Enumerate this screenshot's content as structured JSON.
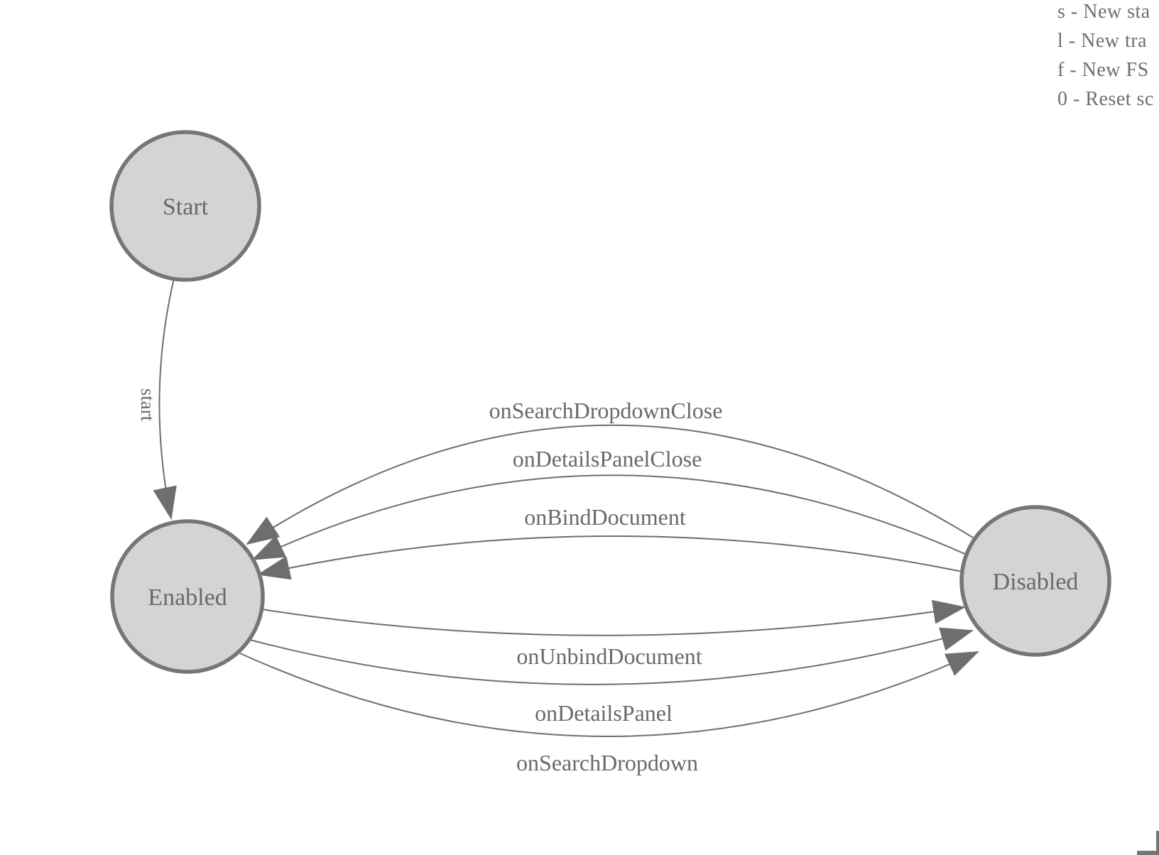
{
  "legend": {
    "items": [
      "s - New sta",
      "l - New tra",
      "f - New FS",
      "0 - Reset sc"
    ]
  },
  "diagram": {
    "type": "state-machine",
    "states": [
      {
        "id": "start",
        "label": "Start"
      },
      {
        "id": "enabled",
        "label": "Enabled"
      },
      {
        "id": "disabled",
        "label": "Disabled"
      }
    ],
    "transitions": [
      {
        "label": "start",
        "from": "Start",
        "to": "Enabled"
      },
      {
        "label": "onSearchDropdownClose",
        "from": "Disabled",
        "to": "Enabled"
      },
      {
        "label": "onDetailsPanelClose",
        "from": "Disabled",
        "to": "Enabled"
      },
      {
        "label": "onBindDocument",
        "from": "Disabled",
        "to": "Enabled"
      },
      {
        "label": "onUnbindDocument",
        "from": "Enabled",
        "to": "Disabled"
      },
      {
        "label": "onDetailsPanel",
        "from": "Enabled",
        "to": "Disabled"
      },
      {
        "label": "onSearchDropdown",
        "from": "Enabled",
        "to": "Disabled"
      }
    ]
  },
  "colors": {
    "canvas_background": "#ffffff",
    "node_fill": "#d4d4d4",
    "node_stroke": "#767676",
    "edge_stroke": "#6e6e6e",
    "arrow_fill": "#6e6e6e",
    "label_text": "#696969",
    "legend_text": "#6e6e6e",
    "scrollbar": "#757575"
  }
}
